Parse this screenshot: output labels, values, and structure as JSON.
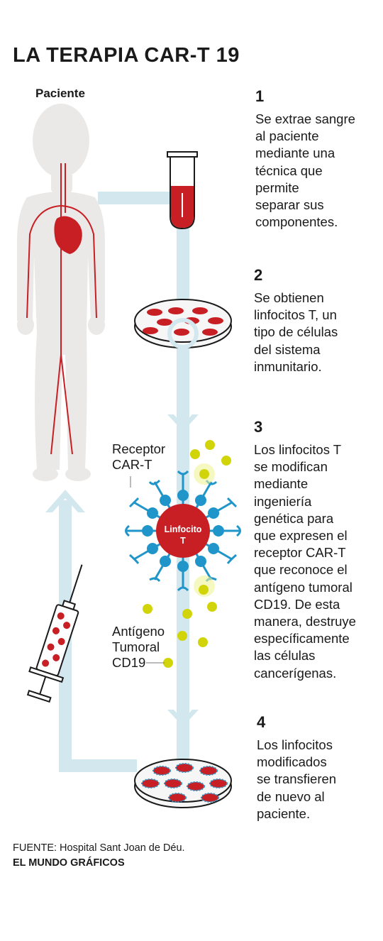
{
  "title": "LA TERAPIA CAR-T 19",
  "patient_label": "Paciente",
  "steps": [
    {
      "number": "1",
      "text": "Se extrae sangre\nal paciente\nmediante una\ntécnica que\npermite\nseparar sus\ncomponentes."
    },
    {
      "number": "2",
      "text": "Se obtienen\nlinfocitos T, un\ntipo de células\ndel sistema\ninmunitario."
    },
    {
      "number": "3",
      "text": "Los linfocitos T\nse modifican\nmediante\ningeniería\ngenética para\nque expresen el\nreceptor CAR-T\nque reconoce el\nantígeno tumoral\nCD19. De esta\nmanera, destruye\nespecíficamente\nlas células\ncancerígenas."
    },
    {
      "number": "4",
      "text": "Los linfocitos\nmodificados\nse transfieren\nde nuevo al\npaciente."
    }
  ],
  "labels": {
    "receptor": "Receptor\nCAR-T",
    "antigen": "Antígeno\nTumoral\nCD19",
    "cell_line1": "Linfocito",
    "cell_line2": "T"
  },
  "footer": {
    "source": "FUENTE: Hospital Sant Joan de Déu.",
    "brand": "EL MUNDO GRÁFICOS"
  },
  "colors": {
    "flow_arrow": "#d3e7ef",
    "body": "#ebe9e8",
    "blood": "#c81f24",
    "receptor": "#1f95c9",
    "antigen": "#d2d40a",
    "dish": "#f6f6f7"
  },
  "icons": [
    "patient-silhouette",
    "test-tube-icon",
    "petri-dish-icon",
    "t-cell-icon",
    "syringe-icon"
  ]
}
